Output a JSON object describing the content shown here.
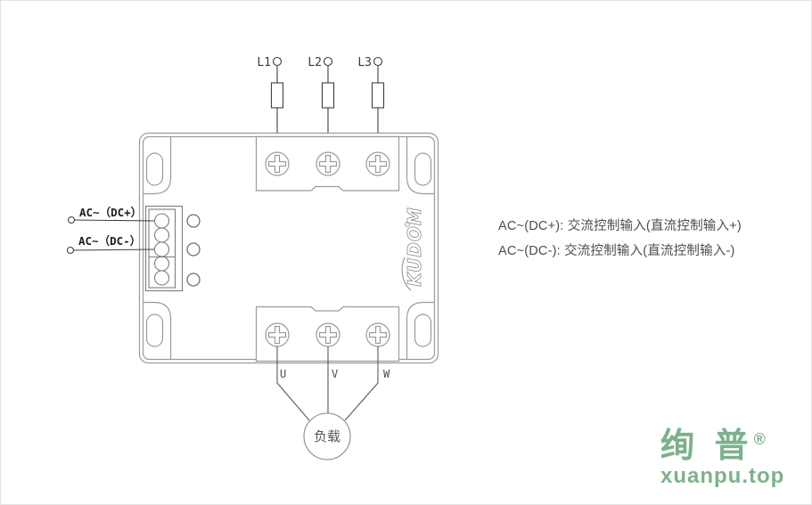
{
  "diagram": {
    "phase_labels": [
      "L1",
      "L2",
      "L3"
    ],
    "control_positive_label": "AC~（DC+）",
    "control_negative_label": "AC~（DC-）",
    "output_labels": [
      "U",
      "V",
      "W"
    ],
    "load_label": "负载",
    "brand_text": "KUDOM"
  },
  "annotation": {
    "line1": "AC~(DC+): 交流控制输入(直流控制输入+)",
    "line2": "AC~(DC-): 交流控制输入(直流控制输入-)"
  },
  "watermark": {
    "brand": "绚 普",
    "registered_mark": "®",
    "domain": "xuanpu.top",
    "color": "#7db18c"
  },
  "colors": {
    "wire": "#3f3f3f",
    "device_outline": "#9b9b9b",
    "terminal_block": "#7d7d7d",
    "annotation_text": "#4d4d4d",
    "watermark_green": "#7db18c"
  }
}
